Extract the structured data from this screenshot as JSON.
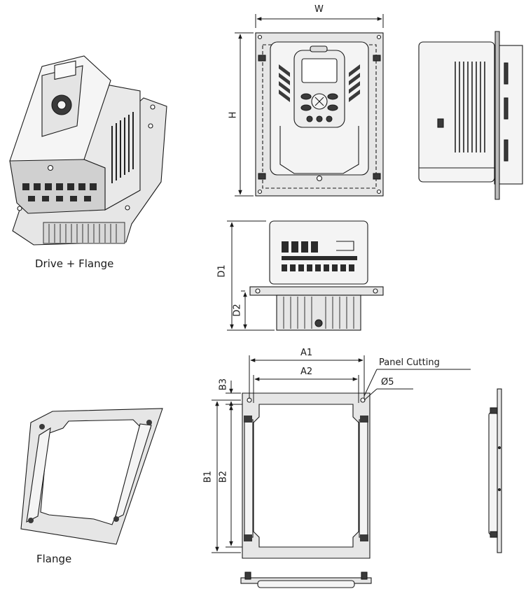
{
  "captions": {
    "drive_flange": "Drive + Flange",
    "flange": "Flange"
  },
  "dimensions": {
    "w": "W",
    "h": "H",
    "d1": "D1",
    "d2": "D2",
    "a1": "A1",
    "a2": "A2",
    "b1": "B1",
    "b2": "B2",
    "b3": "B3",
    "panel_cutting": "Panel Cutting",
    "hole": "Ø5"
  },
  "colors": {
    "line": "#1a1a1a",
    "body_fill": "#f4f4f4",
    "panel_fill": "#e2e2e2",
    "dark_fill": "#3a3a3a",
    "flange_fill": "#e6e6e6"
  }
}
